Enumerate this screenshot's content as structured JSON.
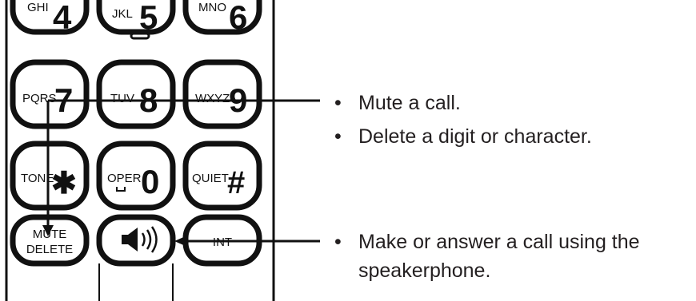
{
  "keypad": {
    "keys": [
      {
        "name": "key-4",
        "digit": "4",
        "letters": "GHI"
      },
      {
        "name": "key-5",
        "digit": "5",
        "letters": "JKL"
      },
      {
        "name": "key-6",
        "digit": "6",
        "letters": "MNO"
      },
      {
        "name": "key-7",
        "digit": "7",
        "letters": "PQRS"
      },
      {
        "name": "key-8",
        "digit": "8",
        "letters": "TUV"
      },
      {
        "name": "key-9",
        "digit": "9",
        "letters": "WXYZ"
      },
      {
        "name": "key-star",
        "digit": "✱",
        "letters": "TONE"
      },
      {
        "name": "key-0",
        "digit": "0",
        "letters": "OPER"
      },
      {
        "name": "key-hash",
        "digit": "#",
        "letters": "QUIET"
      }
    ],
    "mute_delete": {
      "line1": "MUTE",
      "line2": "DELETE"
    },
    "speaker_icon": "speaker-icon",
    "int_label": "INT"
  },
  "callouts": [
    {
      "bullet": "•",
      "text": "Mute a call."
    },
    {
      "bullet": "•",
      "text": "Delete a digit or character."
    },
    {
      "bullet": "•",
      "text": "Make or answer a call using the"
    },
    {
      "bullet": "",
      "text": "speakerphone."
    }
  ]
}
